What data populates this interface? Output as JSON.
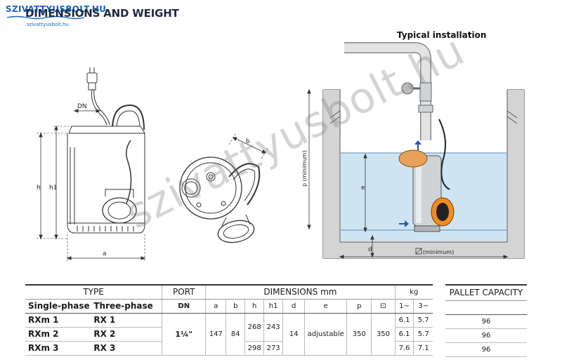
{
  "logo": {
    "main": "SZIVATTYUSBOLT.HU",
    "sub": "szivattyusbolt.hu"
  },
  "title": "DIMENSIONS AND WEIGHT",
  "installation_title": "Typical installation",
  "watermark": "szivattyusbolt.hu",
  "drawing_labels": {
    "dn": "DN",
    "h": "h",
    "h1": "h1",
    "a": "a",
    "b": "b",
    "p_min": "p (minimum)",
    "e": "e",
    "d": "d",
    "square_min": "(minimum)"
  },
  "colors": {
    "water": "#cfe4f2",
    "float": "#f28c1e",
    "pump_body": "#cfd3d6",
    "wall": "#c9c9c9"
  },
  "table": {
    "type": "TYPE",
    "port": "PORT",
    "dimensions": "DIMENSIONS mm",
    "kg": "kg",
    "single_phase": "Single-phase",
    "three_phase": "Three-phase",
    "dn": "DN",
    "cols": [
      "a",
      "b",
      "h",
      "h1",
      "d",
      "e",
      "p",
      "⊡"
    ],
    "weight_cols": [
      "1~",
      "3~"
    ],
    "rows": [
      {
        "single": "RXm 1",
        "three": "RX 1",
        "w1": "6.1",
        "w3": "5.7"
      },
      {
        "single": "RXm 2",
        "three": "RX 2",
        "w1": "6.1",
        "w3": "5.7"
      },
      {
        "single": "RXm 3",
        "three": "RX 3",
        "w1": "7.6",
        "w3": "7.1"
      }
    ],
    "shared": {
      "dn": "1¼\"",
      "a": "147",
      "b": "84",
      "h_12": "268",
      "h1_12": "243",
      "h_3": "298",
      "h1_3": "273",
      "d": "14",
      "e": "adjustable",
      "p": "350",
      "sq": "350"
    }
  },
  "pallet": {
    "header": "PALLET CAPACITY",
    "values": [
      "96",
      "96",
      "96"
    ]
  }
}
